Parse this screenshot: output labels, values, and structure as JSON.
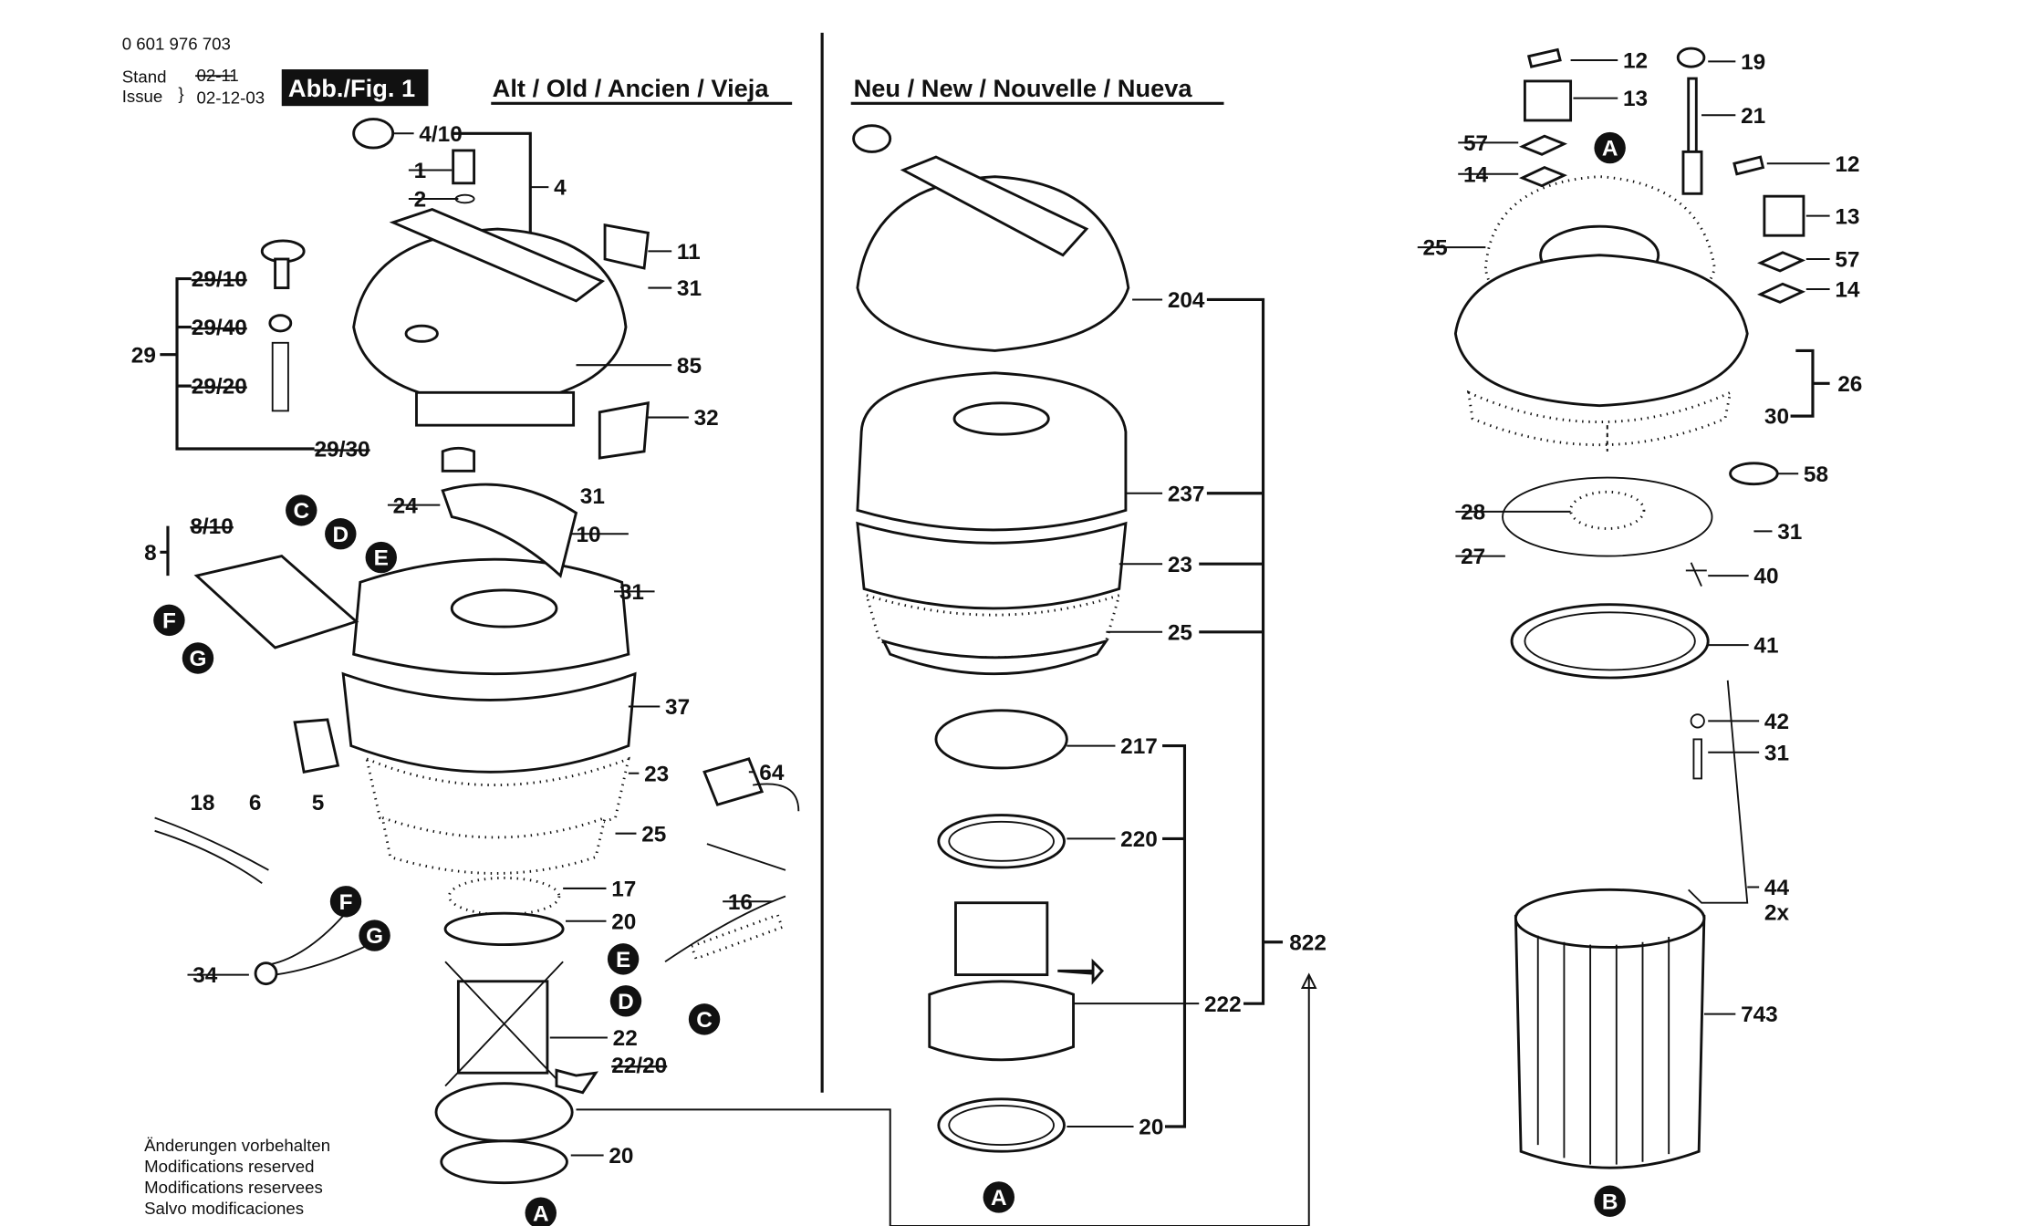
{
  "header": {
    "part_number": "0 601 976 703",
    "stand_label": "Stand",
    "issue_label": "Issue",
    "old_date": "02-11",
    "issue_date": "02-12-03",
    "figure_label": "Abb./Fig. 1",
    "old_section_title": "Alt / Old / Ancien / Vieja",
    "new_section_title": "Neu / New / Nouvelle / Nueva"
  },
  "footer": {
    "lines": [
      "Änderungen vorbehalten",
      "Modifications reserved",
      "Modifications reservees",
      "Salvo modificaciones"
    ]
  },
  "callouts": [
    {
      "label": "4/10"
    },
    {
      "label": "4"
    },
    {
      "label": "1"
    },
    {
      "label": "2"
    },
    {
      "label": "11"
    },
    {
      "label": "31"
    },
    {
      "label": "85"
    },
    {
      "label": "32"
    },
    {
      "label": "29/10",
      "struck": true
    },
    {
      "label": "29/40",
      "struck": true
    },
    {
      "label": "29"
    },
    {
      "label": "29/20",
      "struck": true
    },
    {
      "label": "29/30",
      "struck": true
    },
    {
      "label": "24"
    },
    {
      "label": "31"
    },
    {
      "label": "10"
    },
    {
      "label": "31"
    },
    {
      "label": "8/10",
      "struck": true
    },
    {
      "label": "8"
    },
    {
      "label": "37"
    },
    {
      "label": "6"
    },
    {
      "label": "5"
    },
    {
      "label": "64"
    },
    {
      "label": "23"
    },
    {
      "label": "18"
    },
    {
      "label": "25"
    },
    {
      "label": "17"
    },
    {
      "label": "20"
    },
    {
      "label": "16"
    },
    {
      "label": "34"
    },
    {
      "label": "22"
    },
    {
      "label": "22/20",
      "struck": true
    },
    {
      "label": "20"
    },
    {
      "label": "204"
    },
    {
      "label": "237"
    },
    {
      "label": "23"
    },
    {
      "label": "25"
    },
    {
      "label": "217"
    },
    {
      "label": "220"
    },
    {
      "label": "822"
    },
    {
      "label": "222"
    },
    {
      "label": "20"
    },
    {
      "label": "12"
    },
    {
      "label": "19"
    },
    {
      "label": "13"
    },
    {
      "label": "21"
    },
    {
      "label": "57"
    },
    {
      "label": "14"
    },
    {
      "label": "12"
    },
    {
      "label": "13"
    },
    {
      "label": "25"
    },
    {
      "label": "57"
    },
    {
      "label": "14"
    },
    {
      "label": "26"
    },
    {
      "label": "30"
    },
    {
      "label": "58"
    },
    {
      "label": "28"
    },
    {
      "label": "31"
    },
    {
      "label": "27"
    },
    {
      "label": "40"
    },
    {
      "label": "41"
    },
    {
      "label": "42"
    },
    {
      "label": "31"
    },
    {
      "label": "44"
    },
    {
      "label": "2x"
    },
    {
      "label": "743"
    }
  ],
  "markers": [
    {
      "label": "C"
    },
    {
      "label": "D"
    },
    {
      "label": "E"
    },
    {
      "label": "F"
    },
    {
      "label": "G"
    },
    {
      "label": "F"
    },
    {
      "label": "G"
    },
    {
      "label": "E"
    },
    {
      "label": "D"
    },
    {
      "label": "C"
    },
    {
      "label": "A"
    },
    {
      "label": "A"
    },
    {
      "label": "A"
    },
    {
      "label": "B"
    }
  ]
}
